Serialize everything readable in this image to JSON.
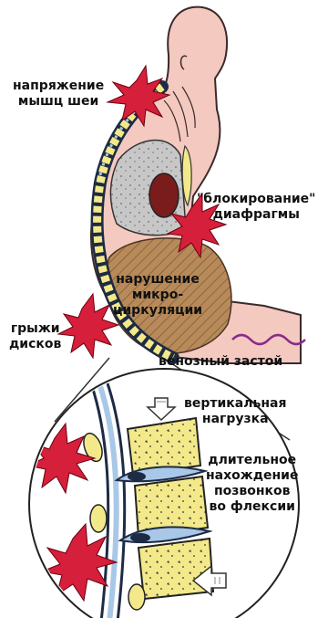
{
  "labels": {
    "neck": [
      "напряжение",
      "мышц шеи"
    ],
    "diaphragm": [
      "\"блокирование\"",
      "диафрагмы"
    ],
    "microcirc": [
      "нарушение",
      "микро-",
      "циркуляции"
    ],
    "hernia": [
      "грыжи",
      "дисков"
    ],
    "venous": "венозный застой",
    "vertical": [
      "вертикальная",
      "нагрузка"
    ],
    "flexion": [
      "длительное",
      "нахождение",
      "позвонков",
      "во флексии"
    ]
  },
  "colors": {
    "skin": "#f4c9c0",
    "skin_outline": "#3a2a2a",
    "spine_yellow": "#f3e98a",
    "spine_blue": "#a9c8e8",
    "lung_gray": "#c7c7c7",
    "heart": "#7a1c1c",
    "intestine": "#b88a5a",
    "pain_red": "#d61f3a",
    "vein": "#8a2a8a"
  },
  "icons": [
    "pain-burst-icon",
    "arrow-down-icon",
    "arrow-left-icon"
  ]
}
